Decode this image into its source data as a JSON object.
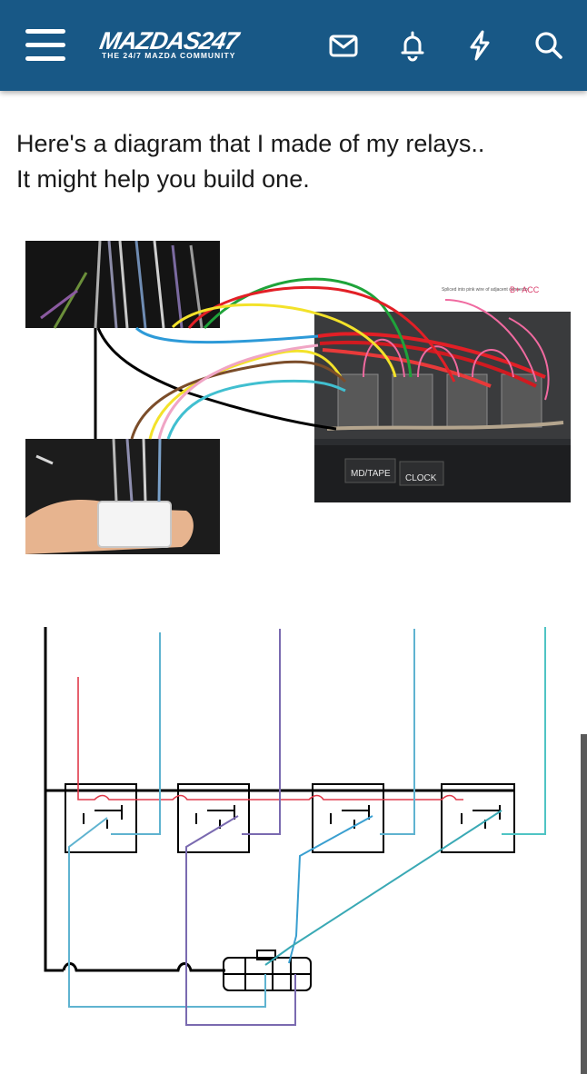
{
  "header": {
    "logo_text": "MAZDAS247",
    "logo_tagline": "THE 24/7 MAZDA COMMUNITY",
    "icons": [
      "menu-icon",
      "inbox-icon",
      "alerts-bell-icon",
      "whats-new-bolt-icon",
      "search-icon"
    ],
    "bg_color": "#185886"
  },
  "post": {
    "line1": "Here's a diagram that I made of my relays..",
    "line2": "It might help you build one."
  },
  "photo_diagram": {
    "annotation_small": "Spliced into pink wire of adjacent connector",
    "annotation_b": "B+ ACC",
    "button_md_tape": "MD/TAPE",
    "button_clock": "CLOCK"
  }
}
